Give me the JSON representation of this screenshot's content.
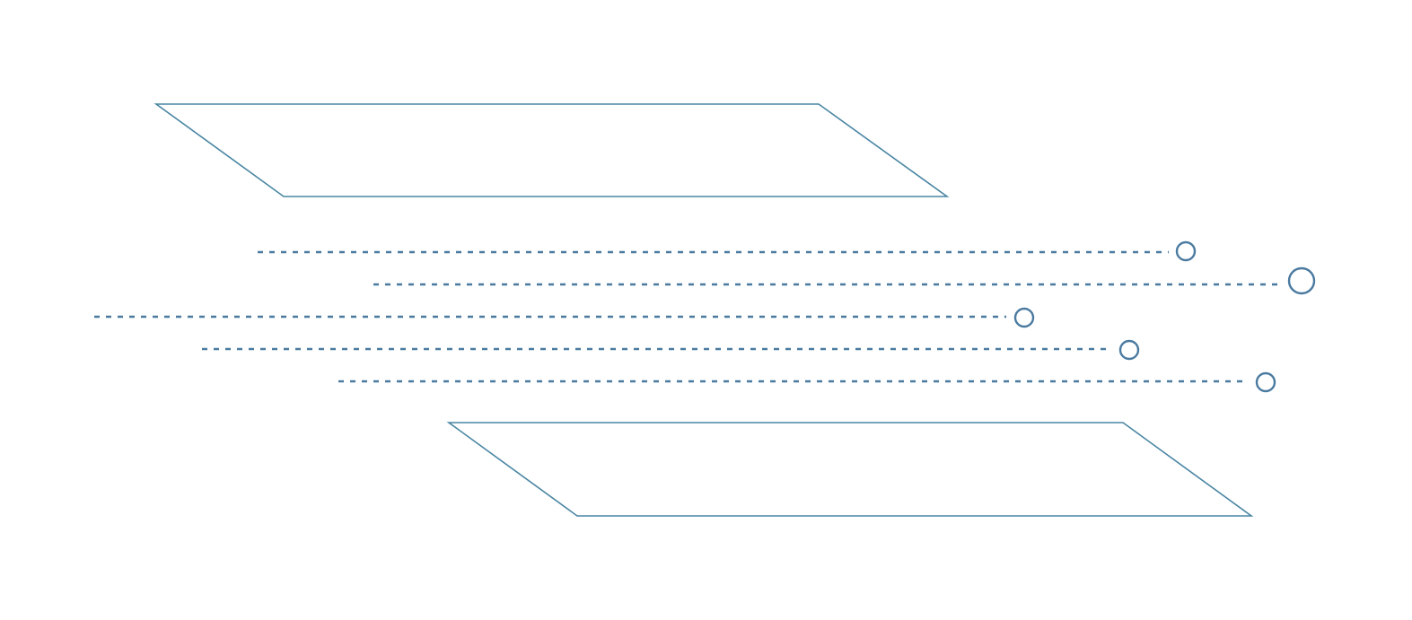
{
  "colors": {
    "background": "#ffffff",
    "panel_stroke": "#4a86a3",
    "line_stroke": "#4a7aa0"
  },
  "panels": [
    {
      "name": "top-parallelogram-panel"
    },
    {
      "name": "bottom-parallelogram-panel"
    }
  ],
  "connectors": [
    {
      "name": "connector-line-1"
    },
    {
      "name": "connector-line-2"
    },
    {
      "name": "connector-line-3"
    },
    {
      "name": "connector-line-4"
    },
    {
      "name": "connector-line-5"
    }
  ]
}
